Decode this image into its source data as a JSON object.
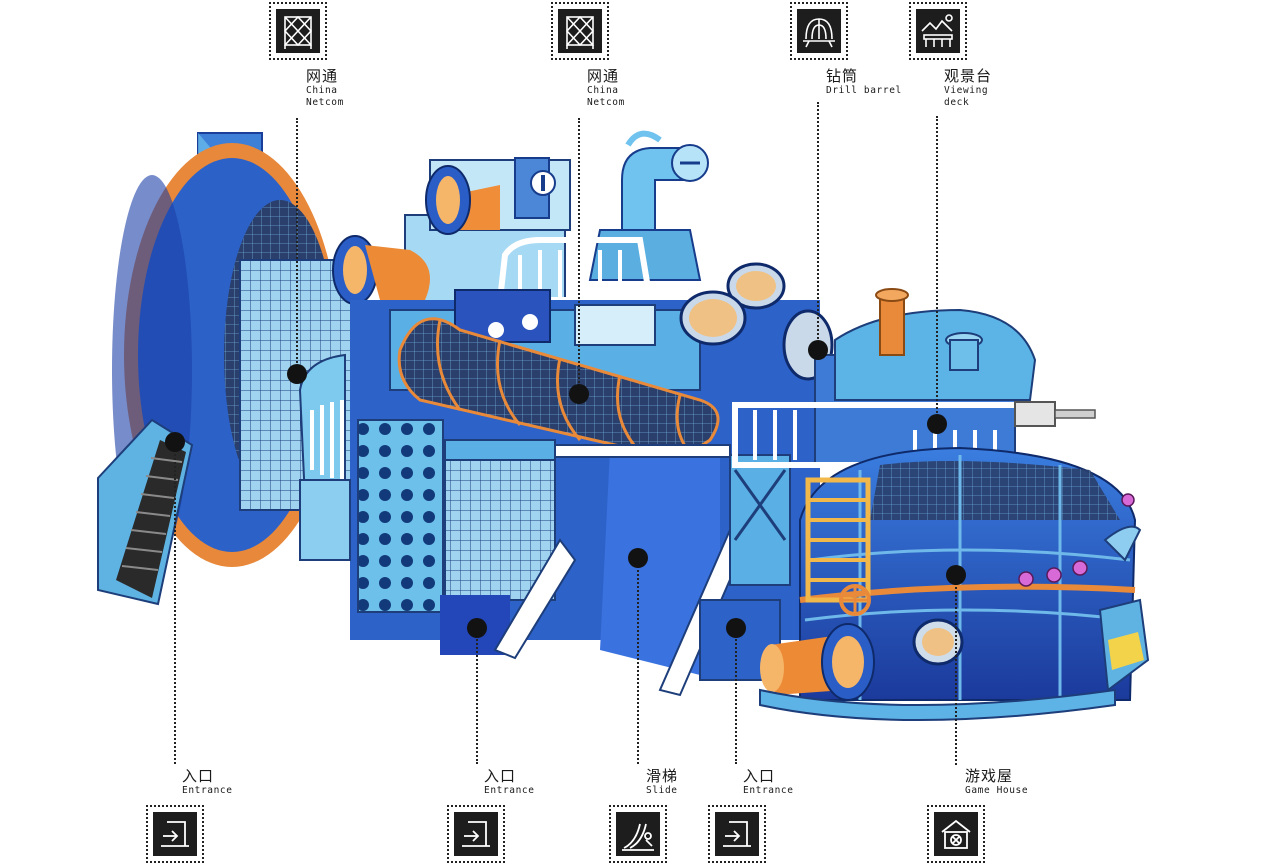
{
  "labels": {
    "wangtong_left": {
      "zh": "网通",
      "en_lines": [
        "China",
        "Netcom"
      ],
      "icon": "net-climb-icon"
    },
    "wangtong_mid": {
      "zh": "网通",
      "en_lines": [
        "China",
        "Netcom"
      ],
      "icon": "net-climb-icon"
    },
    "drill_barrel": {
      "zh": "钻筒",
      "en_lines": [
        "Drill barrel"
      ],
      "icon": "drill-barrel-icon"
    },
    "viewing_deck": {
      "zh": "观景台",
      "en_lines": [
        "Viewing",
        "deck"
      ],
      "icon": "viewing-deck-icon"
    },
    "entrance_left": {
      "zh": "入口",
      "en_lines": [
        "Entrance"
      ],
      "icon": "entrance-icon"
    },
    "entrance_mid": {
      "zh": "入口",
      "en_lines": [
        "Entrance"
      ],
      "icon": "entrance-icon"
    },
    "slide": {
      "zh": "滑梯",
      "en_lines": [
        "Slide"
      ],
      "icon": "slide-icon"
    },
    "entrance_right": {
      "zh": "入口",
      "en_lines": [
        "Entrance"
      ],
      "icon": "entrance-icon"
    },
    "game_house": {
      "zh": "游戏屋",
      "en_lines": [
        "Game House"
      ],
      "icon": "game-house-icon"
    }
  },
  "colors": {
    "hull_blue": "#2e63c9",
    "deep_blue": "#1d3ea8",
    "light_blue": "#5fb3e3",
    "pale_blue": "#a9d8f2",
    "orange": "#e98a3a",
    "white": "#ffffff",
    "marker": "#121212"
  }
}
